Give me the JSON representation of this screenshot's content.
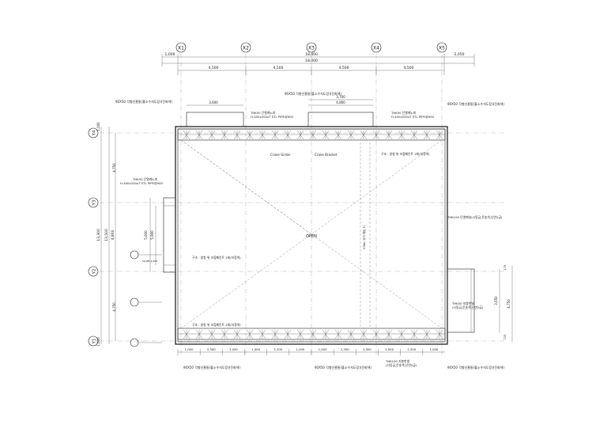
{
  "grid": {
    "columns": [
      "X1",
      "X2",
      "X3",
      "X4",
      "X5"
    ],
    "rows": [
      "Y4",
      "Y3",
      "Y2",
      "Y1"
    ]
  },
  "dimensions": {
    "top_overall": [
      "1,000",
      "18,400",
      "2,050"
    ],
    "top_sub": "18,000",
    "top_bays": [
      "4,500",
      "4,500",
      "4,500",
      "4,500"
    ],
    "top_small": [
      "3,600",
      "3,700",
      "4,800"
    ],
    "left_overall": [
      "13,300",
      "13,500",
      "4,800"
    ],
    "left_parts": [
      "1,000",
      "4,750",
      "4,750",
      "1,000"
    ],
    "left_inner": [
      "5,600",
      "5,900"
    ],
    "right_dims": [
      "3,650",
      "4,750",
      "175",
      "725"
    ],
    "bottom": [
      "1,000",
      "2,300",
      "1,000",
      "1,000",
      "2,300",
      "1,000",
      "1,000",
      "2,300",
      "1,000",
      "1,000",
      "2,300",
      "1,000"
    ]
  },
  "annotations": {
    "top_left_note": "90X50 각형선홈통(홀소수지도장)(진회색)",
    "top_center_note": "90X50 각형선홈통(홀소수지도장)(진회색)",
    "top_right_note": "90X50 각형선홈통(홀소수지도장)(진회색)",
    "canopy_left": [
      "THK50 단열캐노피",
      "H-400x200xT STL PIPE@900"
    ],
    "canopy_right": [
      "THK50 단열캐노피",
      "H-400x200xT STL PIPE@900"
    ],
    "left_canopy": [
      "THK50 단열캐노피",
      "H-400x200xT STL PIPE@900"
    ],
    "crane_girder": "Crane Girder",
    "crane_bracket": "Crane Bracket",
    "brace_note_1": "구조 : 방청 위 조합페인트 2회(지정색)",
    "brace_note_2": "구조 : 방청 위 조합페인트 2회(지정색)",
    "brace_note_3": "구조 : 방청 위 조합페인트 2회(지정색)",
    "right_panel": "THK100 단열패널(시동급,운송색,난연2급)",
    "right_canopy": [
      "THK50 지붕판넬",
      "(시동급,운송색,난연2급)"
    ],
    "center": "OPEN",
    "rail": "Y-RAIL 위치 레일 TL",
    "bottom_left_note": "90X50 각형선홈통(홀소수지도장)(진회색)",
    "bottom_center_note": "90X50 각형선홈통(홀소수지도장)(진회색)",
    "bottom_right_note": "90X50 각형선홈통(홀소수지도장)(진회색)",
    "bottom_panel": [
      "THK100 지붕판넬",
      "(시동급,운송색,난연2급)"
    ],
    "slope": "SLOPE 1/100"
  }
}
